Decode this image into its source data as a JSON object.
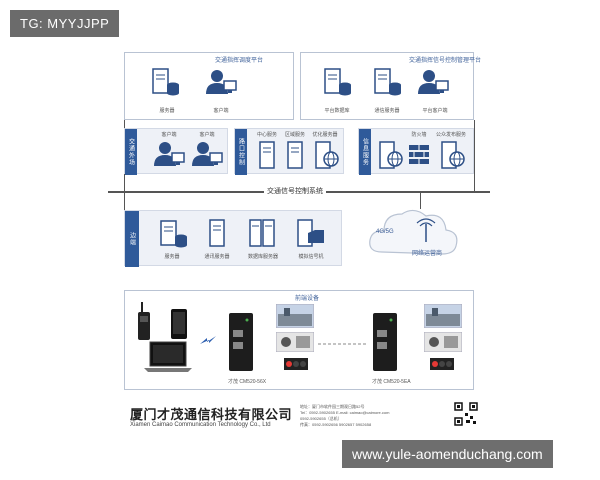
{
  "overlay": {
    "corner_tag": "TG: MYYJJPP",
    "watermark": "www.yule-aomenduchang.com"
  },
  "panels": {
    "top_left_title": "交通指挥调度平台",
    "top_right_title": "交通指挥信号控制管理平台",
    "top_left_items": [
      "服务器",
      "客户端"
    ],
    "top_right_items": [
      "平台数据库",
      "通信服务器",
      "平台客户端"
    ],
    "mid_left_side": "交通外场",
    "mid_left_items": [
      "客户端",
      "客户端"
    ],
    "mid_center_side": "路口控制",
    "mid_center_items": [
      "中心服务",
      "区域服务",
      "优化服务器"
    ],
    "mid_right_side": "信息服务",
    "mid_right_items": [
      "",
      "防火墙",
      "公众发布服务"
    ],
    "bus_label": "交通信号控制系统",
    "edge_side": "边端",
    "edge_items": [
      "服务器",
      "通讯服务器",
      "数据库服务器",
      "模拟信号机"
    ],
    "cloud_label": "4G/5G",
    "operator_label": "网络运营商",
    "field_title": "前端设备",
    "device_left": "才茂 CM520-56X",
    "device_right": "才茂 CM520-5EA"
  },
  "company": {
    "name_cn": "厦门才茂通信科技有限公司",
    "name_en": "Xiamen Caimao Communication Technology Co., Ltd",
    "contact_lines": [
      "地址：厦门市软件园三期观日路52号",
      "Tel：0592-5902655   E-mail: caimao@caimore.com",
      "0592-5902655（总机）",
      "传真：0592-5902656   5902657   5902658"
    ]
  },
  "colors": {
    "accent": "#2f5a9a",
    "icon_dark": "#2d4f86",
    "panel_border": "#b9c3d3",
    "panel_fill": "#eef1f7"
  }
}
